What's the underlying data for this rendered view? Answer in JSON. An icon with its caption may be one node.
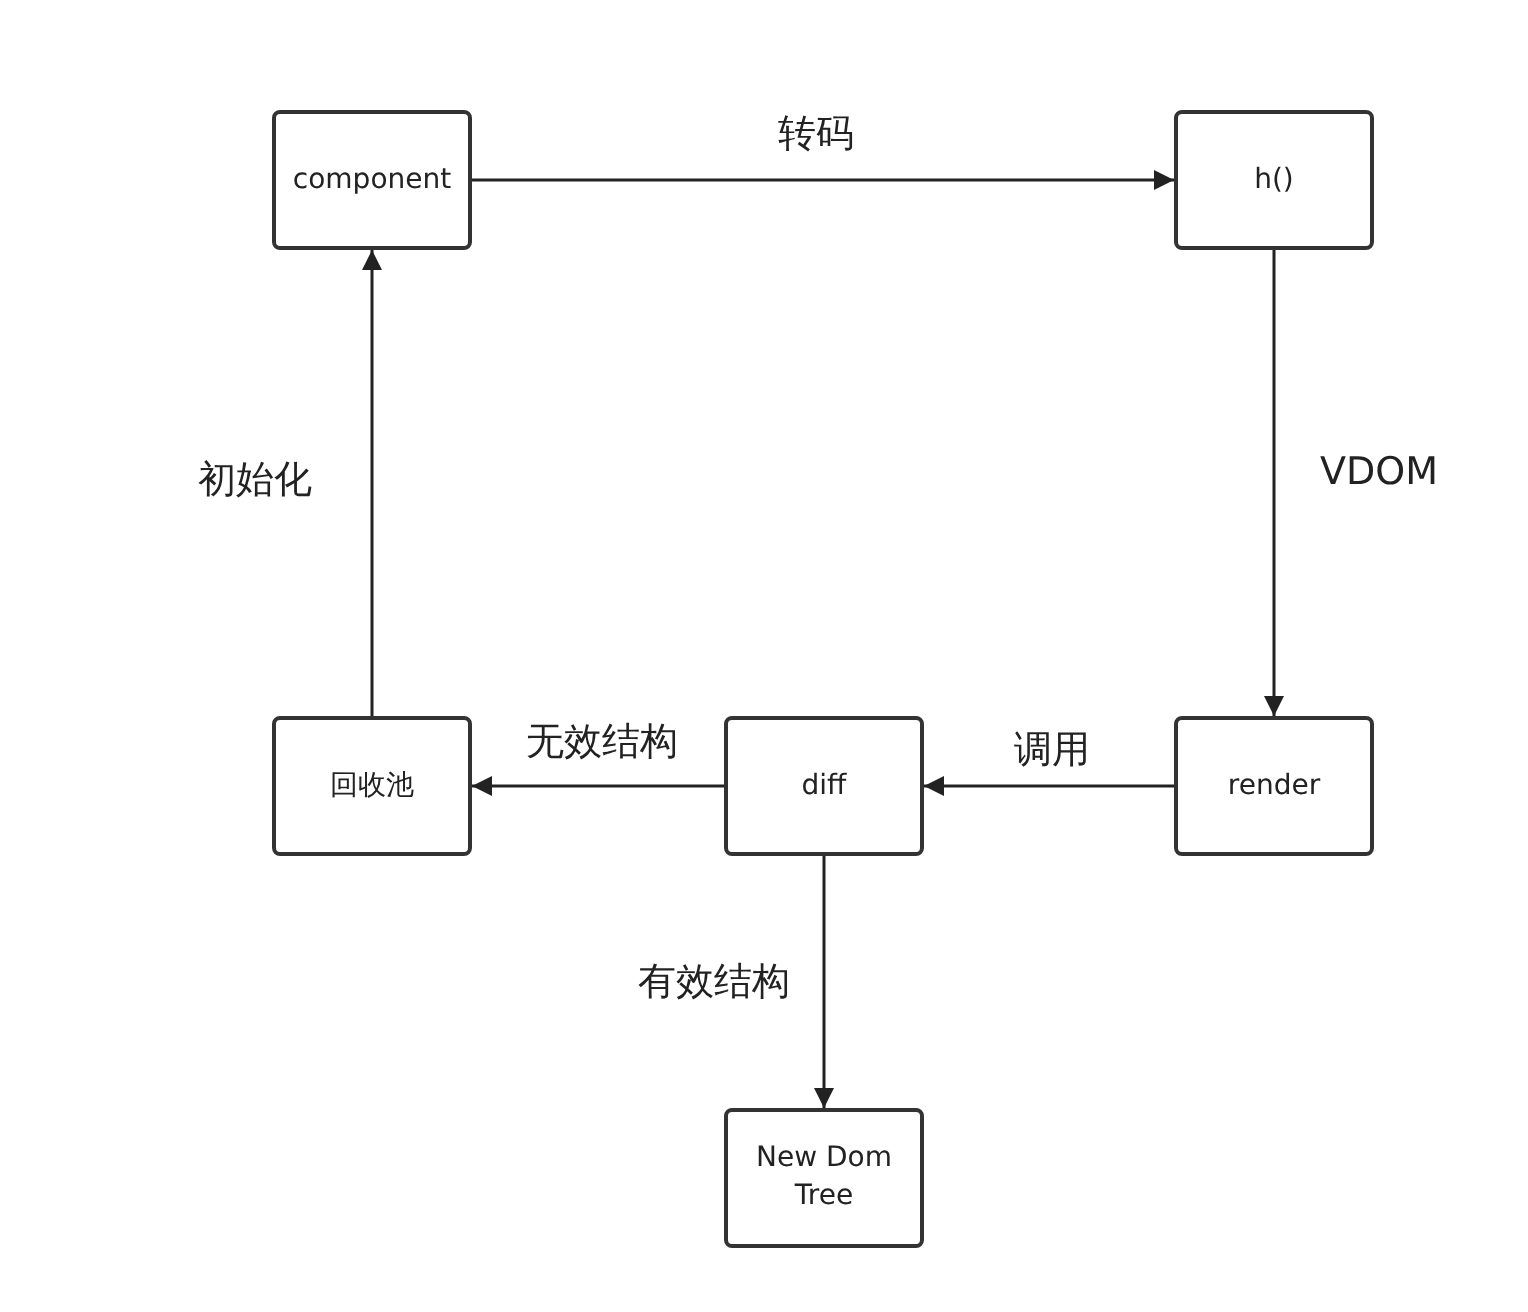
{
  "diagram": {
    "nodes": [
      {
        "text": [
          "component"
        ]
      },
      {
        "text": [
          "h()"
        ]
      },
      {
        "text": [
          "render"
        ]
      },
      {
        "text": [
          "diff"
        ]
      },
      {
        "text": [
          "回收池"
        ]
      },
      {
        "text": [
          "New Dom Tree"
        ]
      }
    ],
    "edges": [
      {
        "from": 0,
        "to": 1,
        "arrow": "to",
        "label": "转码"
      },
      {
        "from": 1,
        "to": 2,
        "arrow": "to",
        "label": "VDOM"
      },
      {
        "from": 2,
        "to": 3,
        "arrow": "to",
        "label": "调用"
      },
      {
        "from": 3,
        "to": 4,
        "arrow": "to",
        "label": "无效结构"
      },
      {
        "from": 3,
        "to": 5,
        "arrow": "to",
        "label": "有效结构"
      },
      {
        "from": 4,
        "to": 0,
        "arrow": "to",
        "label": "初始化"
      }
    ]
  }
}
